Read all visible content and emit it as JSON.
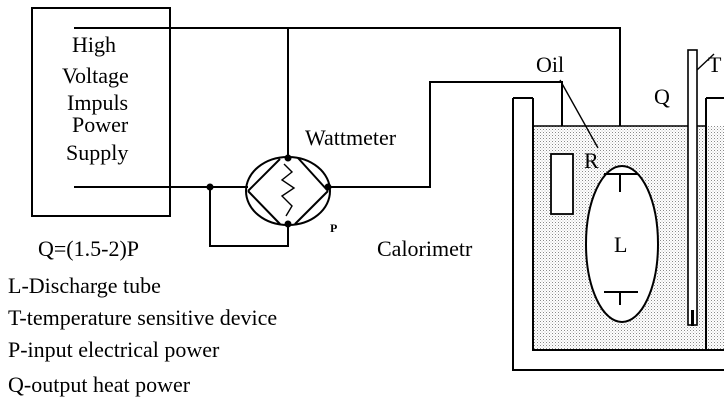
{
  "power_supply": {
    "line1": "High",
    "line2": "Voltage",
    "line3": "Impuls",
    "line4": "Power",
    "line5": "Supply"
  },
  "wattmeter": {
    "label": "Wattmeter",
    "terminal_label": "P"
  },
  "calorimeter": {
    "label": "Calorimetr",
    "oil_label": "Oil",
    "q_label": "Q",
    "t_label": "T",
    "resistor_label": "R",
    "tube_label": "L"
  },
  "legend": {
    "formula": "Q=(1.5-2)P",
    "items": [
      "L-Discharge tube",
      "T-temperature sensitive device",
      "P-input electrical power",
      "Q-output heat power"
    ]
  }
}
